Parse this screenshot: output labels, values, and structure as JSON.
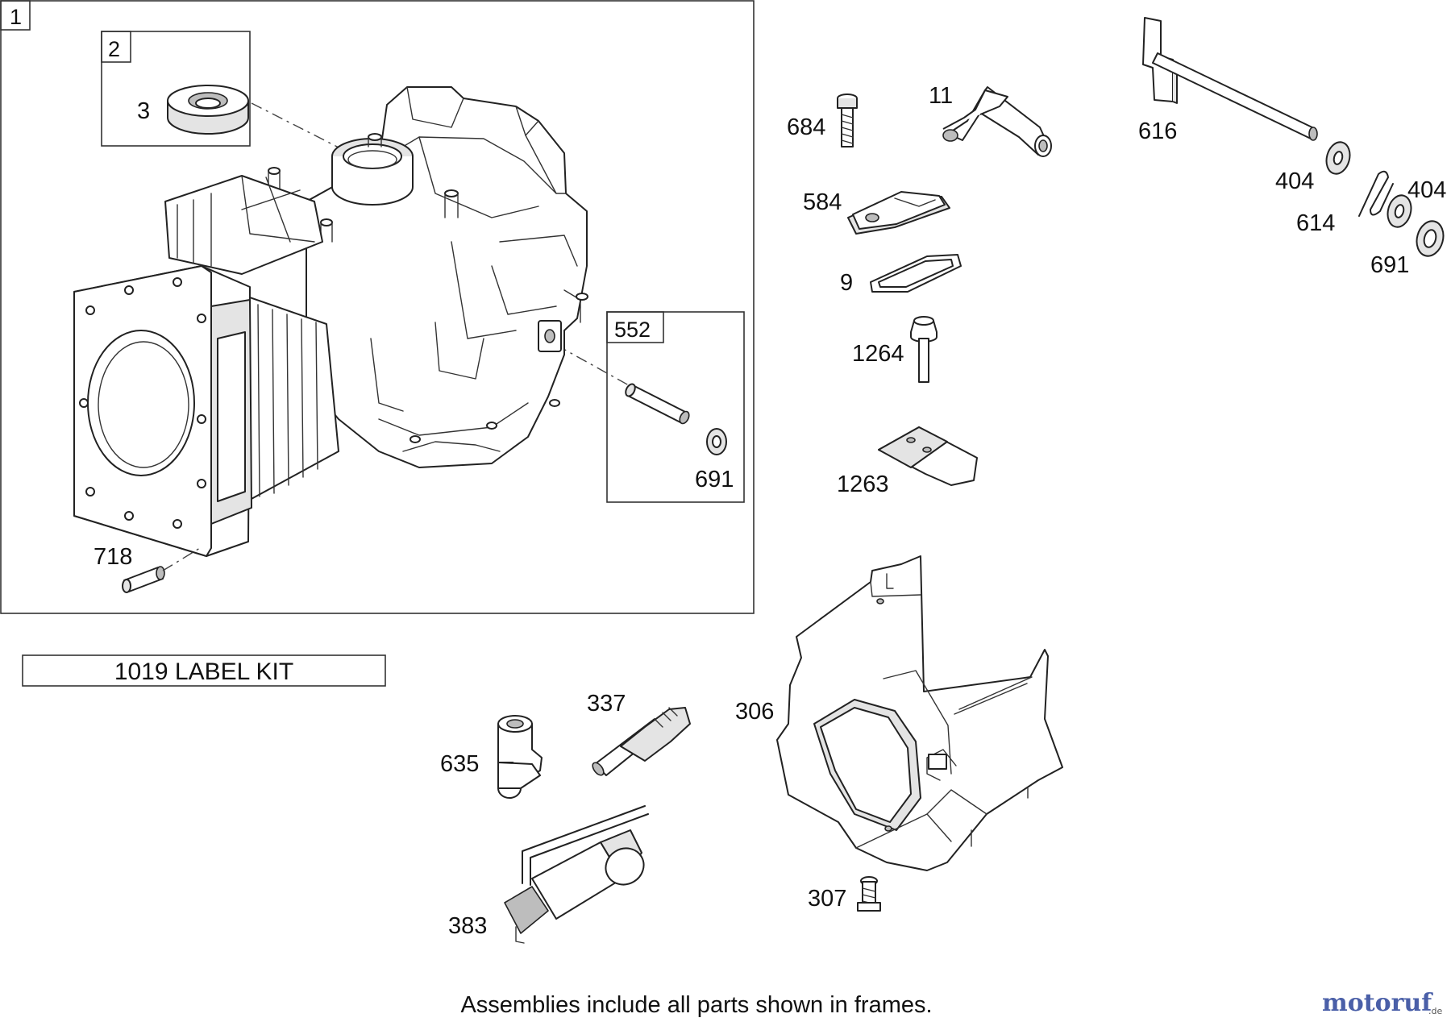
{
  "frames": {
    "short_block": "1",
    "seal_kit": "2",
    "pin_kit": "552"
  },
  "parts": {
    "p3": "3",
    "p691_frame": "691",
    "p718": "718",
    "p684": "684",
    "p11": "11",
    "p584": "584",
    "p9": "9",
    "p1264": "1264",
    "p1263": "1263",
    "p616": "616",
    "p404_a": "404",
    "p404_b": "404",
    "p614": "614",
    "p691_b": "691",
    "p337": "337",
    "p635": "635",
    "p383": "383",
    "p306": "306",
    "p307": "307"
  },
  "label_kit": "1019 LABEL KIT",
  "footer": "Assemblies include all parts shown in frames.",
  "watermark": {
    "brand": "motoruf",
    "tld": ".de",
    "color_primary": "#4a5fa8",
    "color_accent": "#e0a020"
  }
}
